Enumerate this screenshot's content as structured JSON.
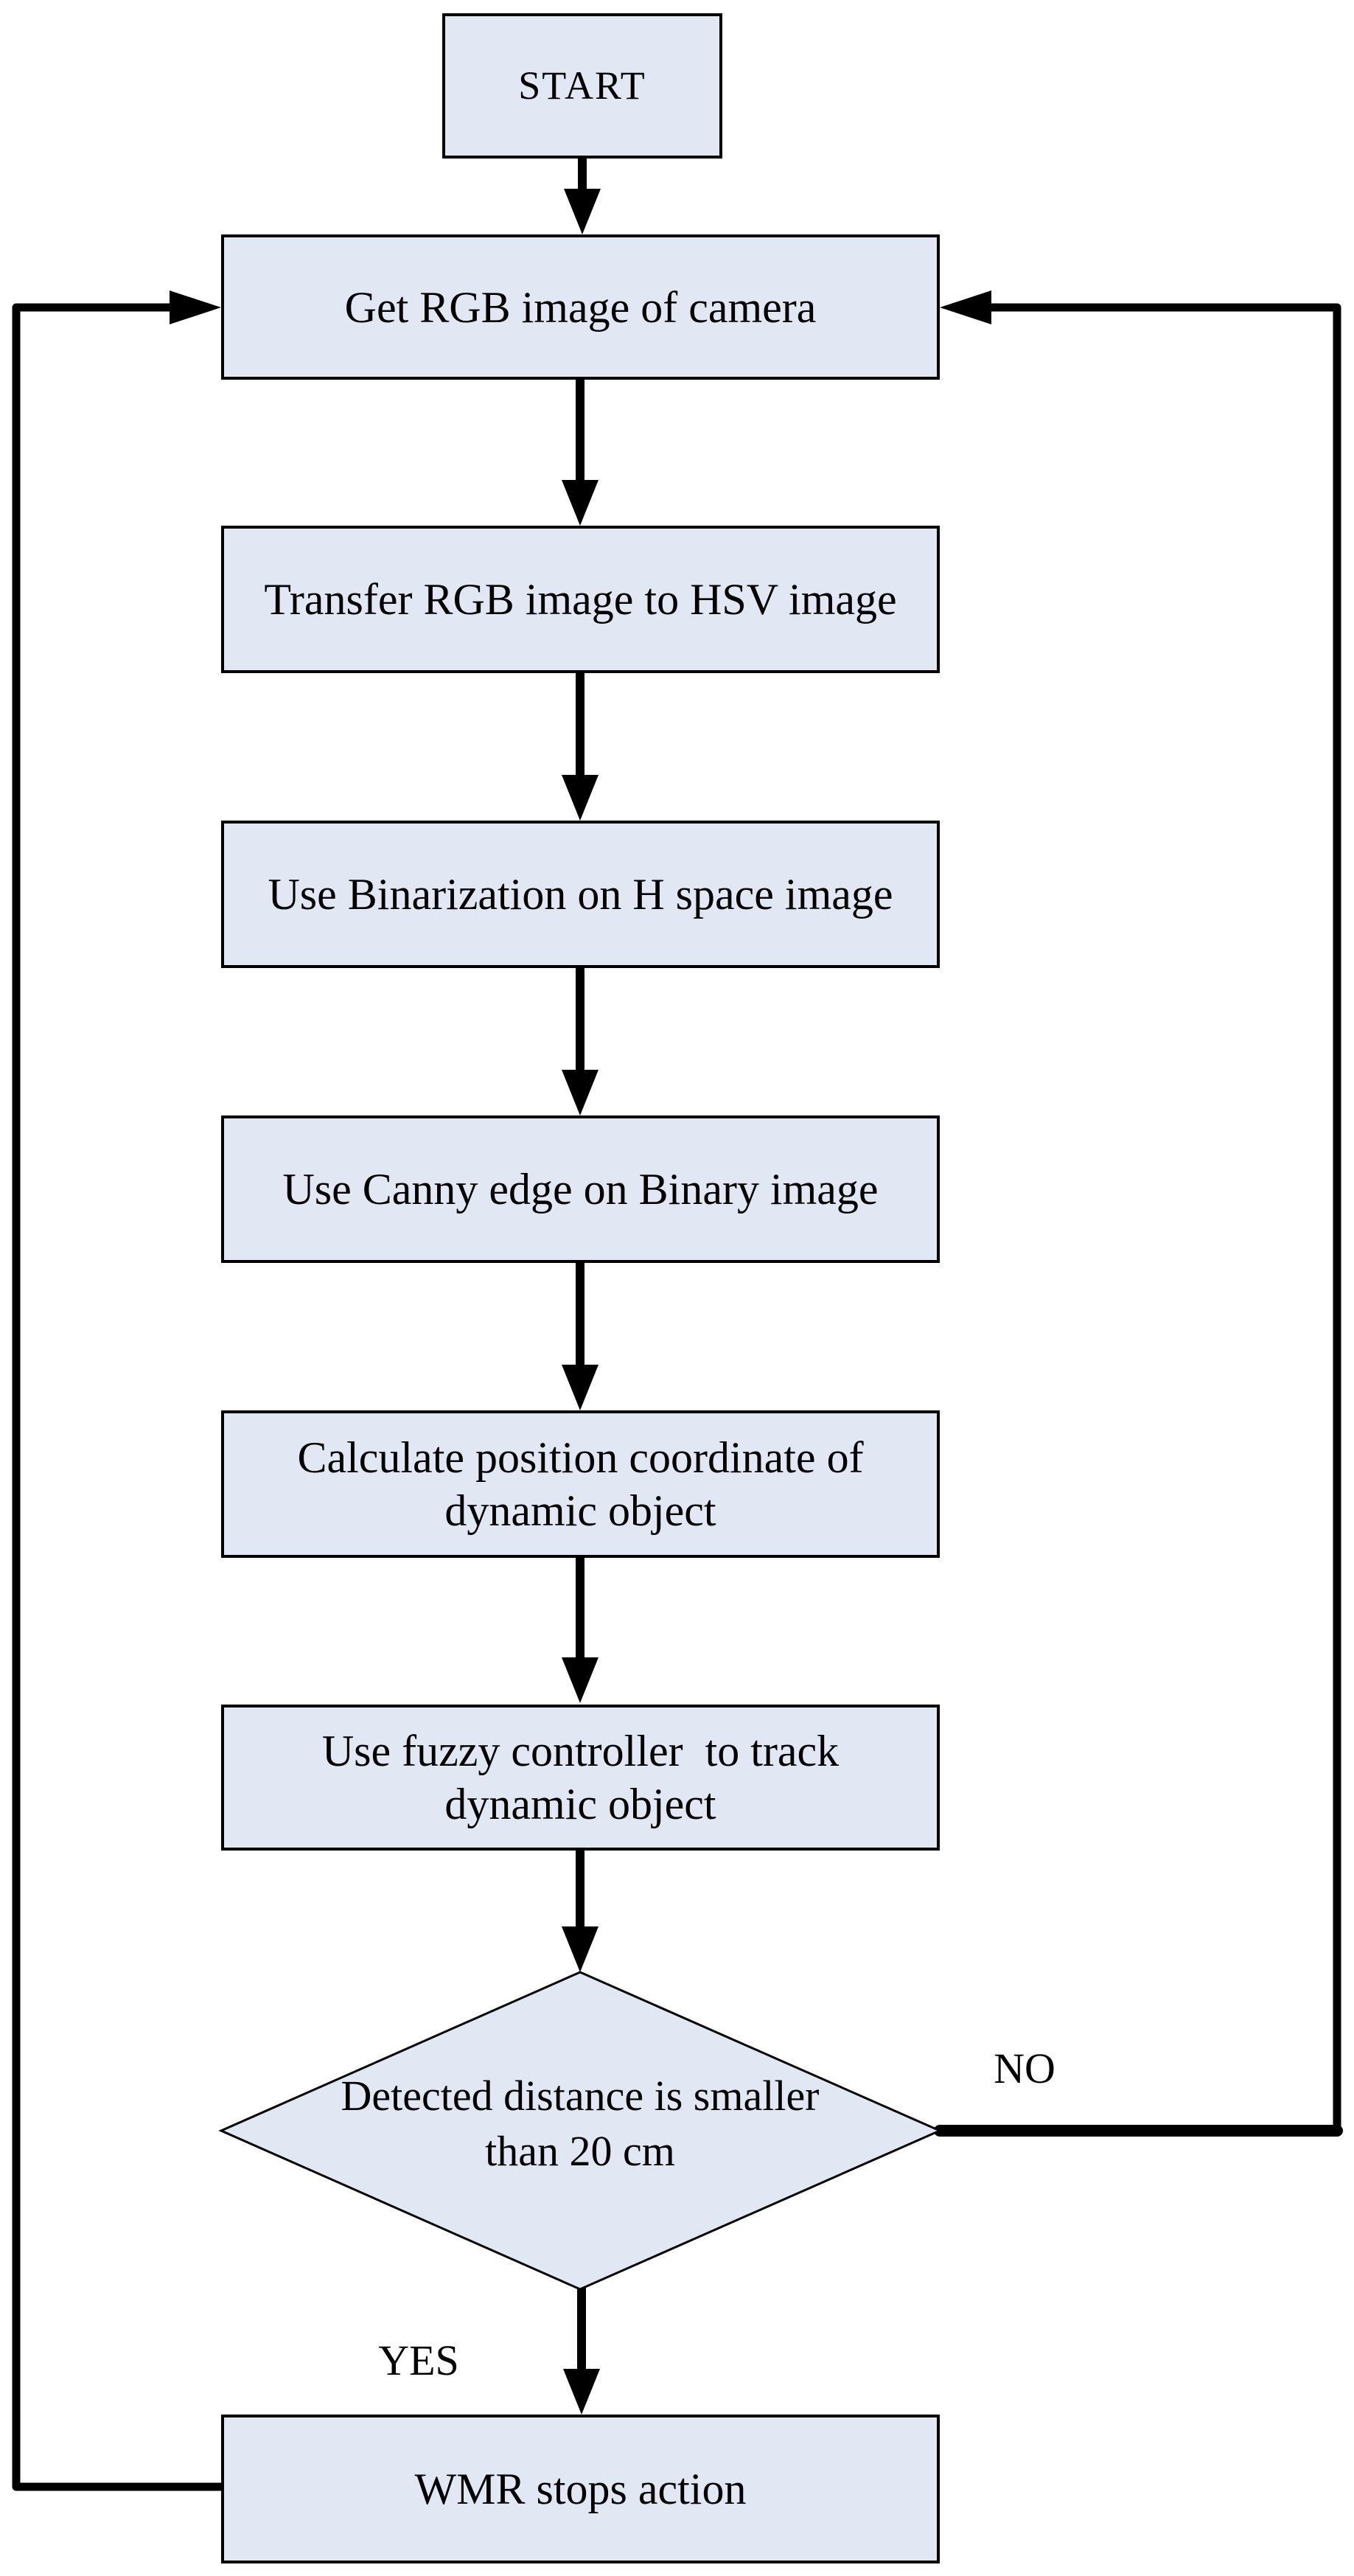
{
  "flowchart": {
    "colors": {
      "background": "#ffffff",
      "node_fill": "#e1e8f4",
      "node_border": "#000000",
      "arrow": "#000000",
      "text": "#000000"
    },
    "nodes": {
      "start": {
        "label": "START"
      },
      "get_rgb": {
        "label": "Get RGB image of camera"
      },
      "to_hsv": {
        "label": "Transfer RGB image to HSV image"
      },
      "binarization": {
        "label": "Use Binarization on H space image"
      },
      "canny": {
        "label": "Use Canny edge on Binary image"
      },
      "calc_position": {
        "line1": "Calculate position coordinate of",
        "line2": "dynamic object"
      },
      "fuzzy_track": {
        "line1": "Use fuzzy controller  to track",
        "line2": "dynamic object"
      },
      "decision_distance": {
        "line1": "Detected distance is smaller",
        "line2": "than 20 cm"
      },
      "wmr_stop": {
        "label": "WMR stops action"
      }
    },
    "edge_labels": {
      "no": "NO",
      "yes": "YES"
    }
  }
}
